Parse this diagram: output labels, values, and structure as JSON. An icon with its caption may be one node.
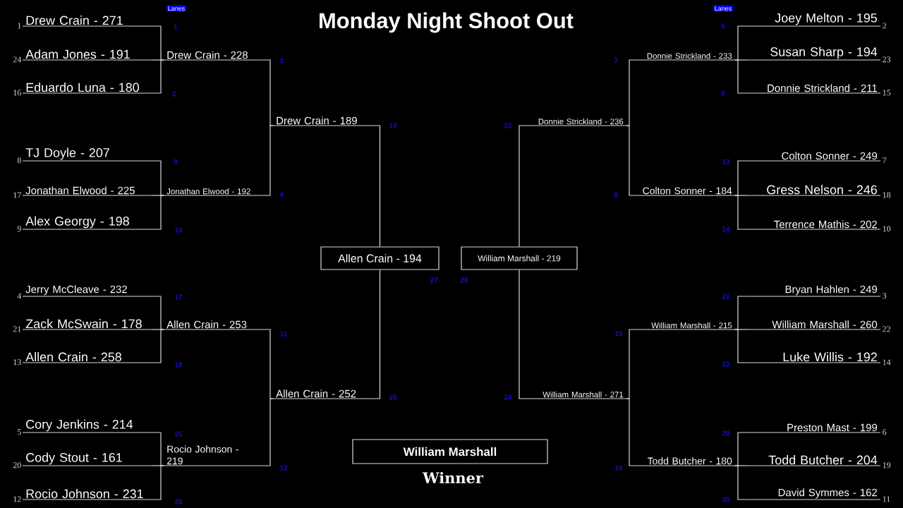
{
  "diagram": {
    "title": "Monday Night Shoot Out",
    "nodes": [
      {
        "text": [
          "Drew Crain - 271"
        ],
        "beside": [
          "1"
        ]
      },
      {
        "text": [
          "Adam Jones - 191"
        ],
        "beside": [
          "24"
        ]
      },
      {
        "text": [
          "Eduardo Luna - 180"
        ],
        "beside": [
          "16"
        ]
      },
      {
        "text": [
          "TJ Doyle - 207"
        ],
        "beside": [
          "8"
        ]
      },
      {
        "text": [
          "Jonathan Elwood - 225"
        ],
        "beside": [
          "17"
        ]
      },
      {
        "text": [
          "Alex Georgy - 198"
        ],
        "beside": [
          "9"
        ]
      },
      {
        "text": [
          "Jerry McCleave - 232"
        ],
        "beside": [
          "4"
        ]
      },
      {
        "text": [
          "Zack McSwain - 178"
        ],
        "beside": [
          "21"
        ]
      },
      {
        "text": [
          "Allen Crain - 258"
        ],
        "beside": [
          "13"
        ]
      },
      {
        "text": [
          "Cory Jenkins - 214"
        ],
        "beside": [
          "5"
        ]
      },
      {
        "text": [
          "Cody Stout - 161"
        ],
        "beside": [
          "20"
        ]
      },
      {
        "text": [
          "Rocio Johnson - 231"
        ],
        "beside": [
          "12"
        ]
      },
      {
        "text": [
          "Drew Crain - 228"
        ]
      },
      {
        "text": [
          "Jonathan Elwood - 192"
        ]
      },
      {
        "text": [
          "Allen Crain - 253"
        ]
      },
      {
        "text": [
          "Rocio Johnson - 219"
        ]
      },
      {
        "text": [
          "Drew Crain - 189"
        ]
      },
      {
        "text": [
          "Allen Crain - 252"
        ]
      },
      {
        "text": [
          "Allen Crain - 194"
        ]
      },
      {
        "text": [
          "William Marshall - 219"
        ]
      },
      {
        "text": [
          "Donnie Strickland - 236"
        ]
      },
      {
        "text": [
          "William Marshall - 271"
        ]
      },
      {
        "text": [
          "Donnie Strickland - 233"
        ]
      },
      {
        "text": [
          "Colton Sonner - 184"
        ]
      },
      {
        "text": [
          "William Marshall - 215"
        ]
      },
      {
        "text": [
          "Todd Butcher - 180"
        ]
      },
      {
        "text": [
          "Joey Melton - 195"
        ],
        "beside": [
          "2"
        ]
      },
      {
        "text": [
          "Susan Sharp - 194"
        ],
        "beside": [
          "23"
        ]
      },
      {
        "text": [
          "Donnie Strickland - 211"
        ],
        "beside": [
          "15"
        ]
      },
      {
        "text": [
          "Colton Sonner - 249"
        ],
        "beside": [
          "7"
        ]
      },
      {
        "text": [
          "Gress Nelson - 246"
        ],
        "beside": [
          "18"
        ]
      },
      {
        "text": [
          "Terrence Mathis - 202"
        ],
        "beside": [
          "10"
        ]
      },
      {
        "text": [
          "Bryan Hahlen - 249"
        ],
        "beside": [
          "3"
        ]
      },
      {
        "text": [
          "William Marshall - 260"
        ],
        "beside": [
          "22"
        ]
      },
      {
        "text": [
          "Luke Willis - 192"
        ],
        "beside": [
          "14"
        ]
      },
      {
        "text": [
          "Preston Mast - 199"
        ],
        "beside": [
          "6"
        ]
      },
      {
        "text": [
          "Todd Butcher - 204"
        ],
        "beside": [
          "19"
        ]
      },
      {
        "text": [
          "David Symmes - 162"
        ],
        "beside": [
          "11"
        ]
      },
      {
        "text": [
          "William Marshall"
        ],
        "beside": [
          "Winner"
        ]
      }
    ],
    "edges": [
      {
        "from": 0,
        "to": 12,
        "arrow": "none"
      },
      {
        "from": 1,
        "to": 12,
        "arrow": "none"
      },
      {
        "from": 2,
        "to": 12,
        "arrow": "none"
      },
      {
        "from": 3,
        "to": 13,
        "arrow": "none"
      },
      {
        "from": 4,
        "to": 13,
        "arrow": "none"
      },
      {
        "from": 5,
        "to": 13,
        "arrow": "none"
      },
      {
        "from": 6,
        "to": 14,
        "arrow": "none"
      },
      {
        "from": 7,
        "to": 14,
        "arrow": "none"
      },
      {
        "from": 8,
        "to": 14,
        "arrow": "none"
      },
      {
        "from": 9,
        "to": 15,
        "arrow": "none"
      },
      {
        "from": 10,
        "to": 15,
        "arrow": "none"
      },
      {
        "from": 11,
        "to": 15,
        "arrow": "none"
      },
      {
        "from": 12,
        "to": 16,
        "arrow": "none"
      },
      {
        "from": 13,
        "to": 16,
        "arrow": "none"
      },
      {
        "from": 14,
        "to": 17,
        "arrow": "none"
      },
      {
        "from": 15,
        "to": 17,
        "arrow": "none"
      },
      {
        "from": 16,
        "to": 18,
        "arrow": "none"
      },
      {
        "from": 17,
        "to": 18,
        "arrow": "none"
      },
      {
        "from": 26,
        "to": 22,
        "arrow": "none"
      },
      {
        "from": 27,
        "to": 22,
        "arrow": "none"
      },
      {
        "from": 28,
        "to": 22,
        "arrow": "none"
      },
      {
        "from": 29,
        "to": 23,
        "arrow": "none"
      },
      {
        "from": 30,
        "to": 23,
        "arrow": "none"
      },
      {
        "from": 31,
        "to": 23,
        "arrow": "none"
      },
      {
        "from": 32,
        "to": 24,
        "arrow": "none"
      },
      {
        "from": 33,
        "to": 24,
        "arrow": "none"
      },
      {
        "from": 34,
        "to": 24,
        "arrow": "none"
      },
      {
        "from": 35,
        "to": 25,
        "arrow": "none"
      },
      {
        "from": 36,
        "to": 25,
        "arrow": "none"
      },
      {
        "from": 37,
        "to": 25,
        "arrow": "none"
      },
      {
        "from": 22,
        "to": 20,
        "arrow": "none"
      },
      {
        "from": 23,
        "to": 20,
        "arrow": "none"
      },
      {
        "from": 24,
        "to": 21,
        "arrow": "none"
      },
      {
        "from": 25,
        "to": 21,
        "arrow": "none"
      },
      {
        "from": 20,
        "to": 19,
        "arrow": "none"
      },
      {
        "from": 21,
        "to": 19,
        "arrow": "none"
      }
    ],
    "labels": [
      "Lanes",
      "Lanes",
      "1",
      "5",
      "3",
      "7",
      "2",
      "6",
      "19",
      "23",
      "9",
      "13",
      "4",
      "8",
      "10",
      "14",
      "27",
      "28",
      "17",
      "21",
      "11",
      "15",
      "18",
      "22",
      "20",
      "24",
      "25",
      "29",
      "12",
      "16",
      "26",
      "30"
    ]
  }
}
